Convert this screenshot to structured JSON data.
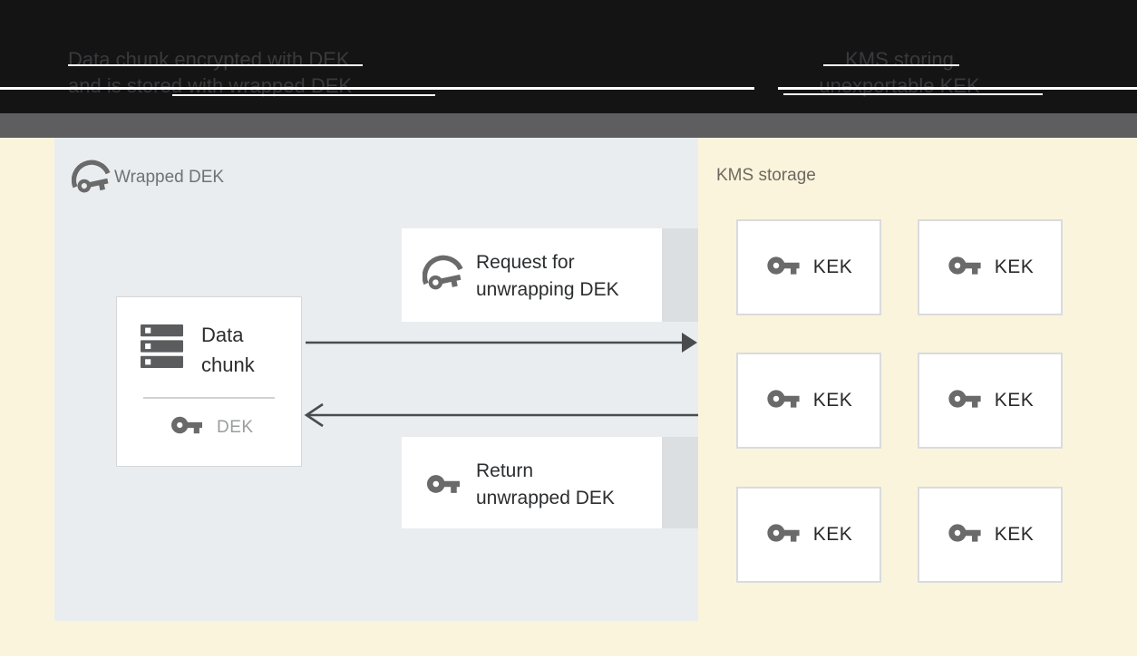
{
  "header": {
    "caption_left_line1": "Data chunk encrypted with DEK",
    "caption_left_line2": "and is stored with wrapped DEK",
    "caption_right_line1": "KMS storing",
    "caption_right_line2": "unexportable KEK"
  },
  "wrapped_dek_panel": {
    "title": "Wrapped DEK",
    "request_box": {
      "line1": "Request for",
      "line2": "unwrapping DEK"
    },
    "data_chunk_box": {
      "line1": "Data",
      "line2": "chunk",
      "dek_label": "DEK"
    },
    "return_box": {
      "line1": "Return",
      "line2": "unwrapped DEK"
    }
  },
  "kms_panel": {
    "title": "KMS storage",
    "kek_cards": [
      {
        "label": "KEK"
      },
      {
        "label": "KEK"
      },
      {
        "label": "KEK"
      },
      {
        "label": "KEK"
      },
      {
        "label": "KEK"
      },
      {
        "label": "KEK"
      }
    ]
  },
  "colors": {
    "header_black": "#141415",
    "separator_gray": "#5e5e60",
    "background_cream": "#fbf4dc",
    "panel_blue_gray": "#e9edf0",
    "box_shadow_strip": "#dcdfe1",
    "arrow_gray": "#4a4b4d",
    "icon_gray": "#6a6a6a",
    "panel_label_gray": "#707275",
    "kms_label_brown_gray": "#6d6960",
    "text_dark": "#2b2d2f",
    "dek_label_gray": "#9a9c9e"
  }
}
